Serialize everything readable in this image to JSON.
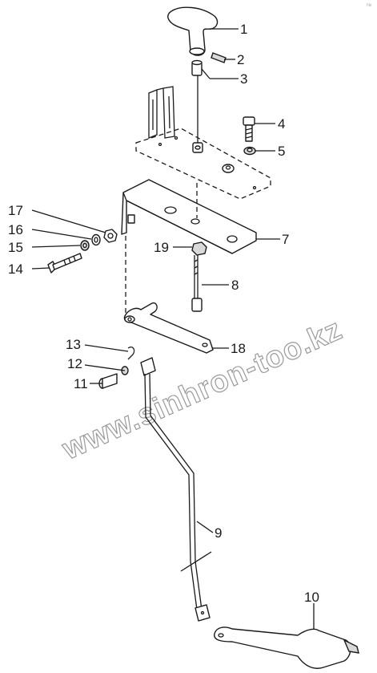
{
  "watermark": "www.sinhron-too.kz",
  "corner_mark": "№",
  "callouts": [
    {
      "id": "1",
      "text": "1"
    },
    {
      "id": "2",
      "text": "2"
    },
    {
      "id": "3",
      "text": "3"
    },
    {
      "id": "4",
      "text": "4"
    },
    {
      "id": "5",
      "text": "5"
    },
    {
      "id": "7",
      "text": "7"
    },
    {
      "id": "8",
      "text": "8"
    },
    {
      "id": "9",
      "text": "9"
    },
    {
      "id": "10",
      "text": "10"
    },
    {
      "id": "11",
      "text": "11"
    },
    {
      "id": "12",
      "text": "12"
    },
    {
      "id": "13",
      "text": "13"
    },
    {
      "id": "14",
      "text": "14"
    },
    {
      "id": "15",
      "text": "15"
    },
    {
      "id": "16",
      "text": "16"
    },
    {
      "id": "17",
      "text": "17"
    },
    {
      "id": "18",
      "text": "18"
    },
    {
      "id": "19",
      "text": "19"
    }
  ],
  "colors": {
    "ink": "#1a1a1a",
    "watermark": "#9a9a9a",
    "background": "#ffffff"
  }
}
